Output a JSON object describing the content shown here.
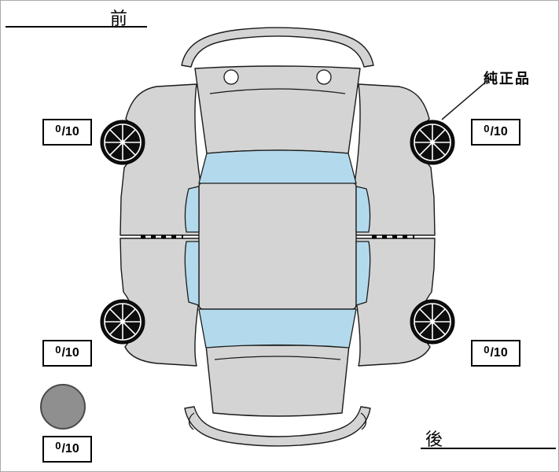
{
  "labels": {
    "front": "前",
    "rear": "後",
    "genuine_part": "純正品"
  },
  "tread_depths": {
    "front_left": "0",
    "front_right": "0",
    "rear_left": "0",
    "rear_right": "0",
    "spare": "0",
    "max_label": "/10"
  },
  "colors": {
    "body_panel": "#d4d4d4",
    "glass": "#b3daec",
    "outline": "#1a1a1a",
    "wheel": "#0d0d0d",
    "spare_tire_fill": "#8f8f8f",
    "spare_tire_stroke": "#4a4a4a"
  }
}
